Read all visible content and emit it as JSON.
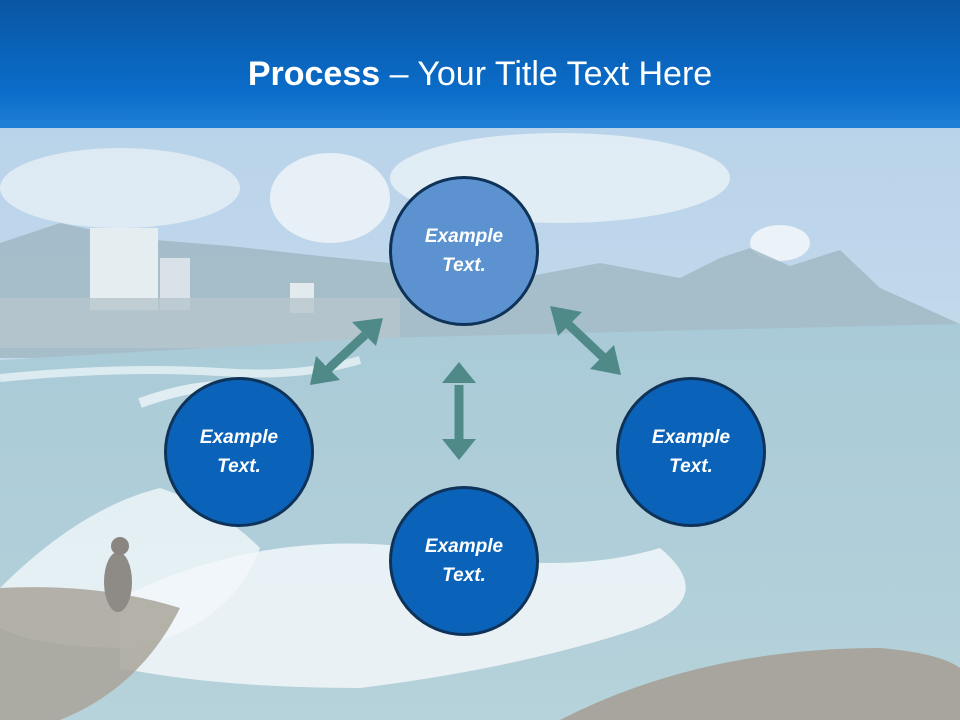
{
  "slide": {
    "title_bold": "Process",
    "title_rest": " – Your Title Text Here"
  },
  "circles": {
    "top": "Example Text.",
    "left": "Example Text.",
    "right": "Example Text.",
    "bottom": "Example Text."
  },
  "colors": {
    "header": "#0a6cc8",
    "circle_fill": "#0b63b9",
    "circle_fill_top": "#5b92cf",
    "circle_border": "#0f3358",
    "arrow": "#4f8a88"
  },
  "background_icon": "beach-photo"
}
